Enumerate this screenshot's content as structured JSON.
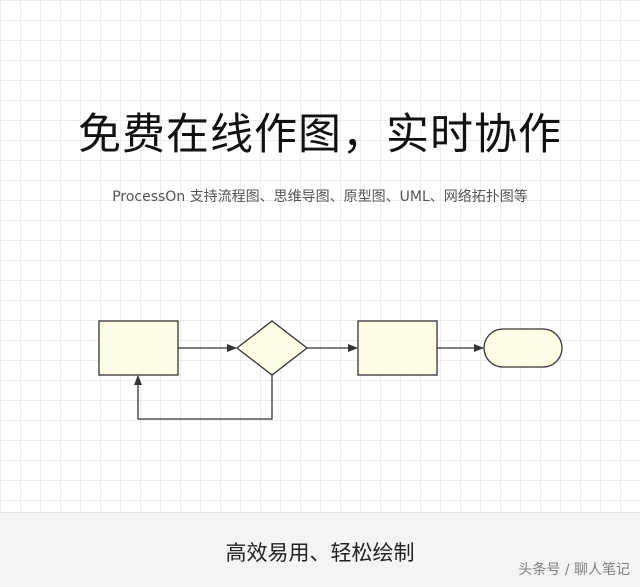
{
  "hero": {
    "title": "免费在线作图，实时协作",
    "subtitle": "ProcessOn 支持流程图、思维导图、原型图、UML、网络拓扑图等"
  },
  "footer": {
    "tagline": "高效易用、轻松绘制",
    "watermark": "头条号 / 聊人笔记"
  },
  "colors": {
    "shape_fill": "#fdfde6",
    "shape_stroke": "#333333",
    "connector": "#333333",
    "grid": "#ececec"
  }
}
